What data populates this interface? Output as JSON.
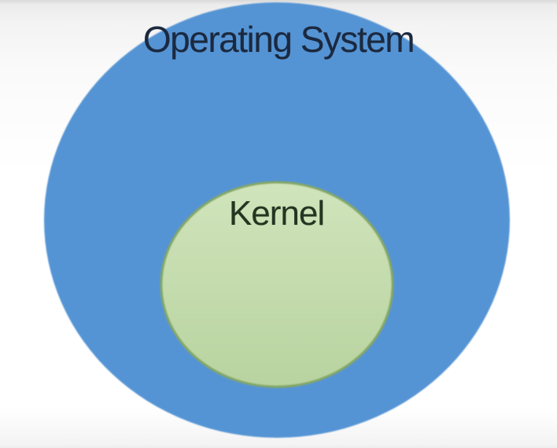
{
  "diagram": {
    "type": "nested-venn",
    "outer_circle": {
      "label": "Operating System",
      "fill": "#5494d4",
      "label_color": "#1b2940"
    },
    "inner_circle": {
      "label": "Kernel",
      "fill_top": "#d0e4bb",
      "fill_bottom": "#b8d39f",
      "border": "#84a765",
      "label_color": "#223621"
    },
    "background": {
      "top": "#d9d9d9",
      "mid": "#ffffff",
      "bottom": "#ededed"
    }
  }
}
